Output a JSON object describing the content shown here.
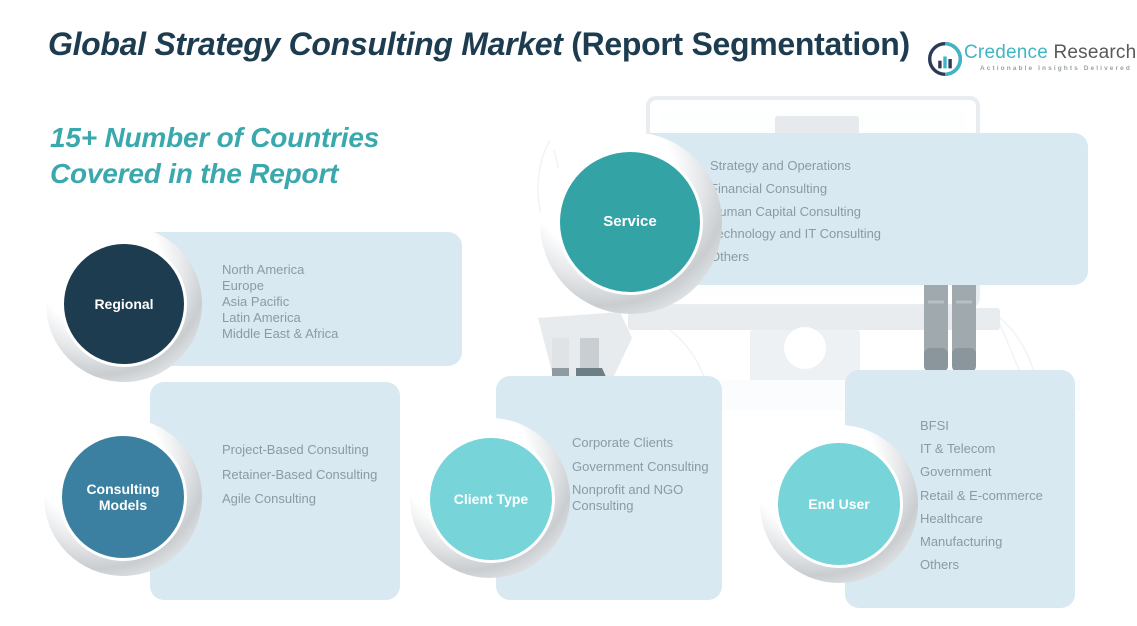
{
  "header": {
    "title_main": "Global Strategy Consulting Market ",
    "title_paren": "(Report Segmentation)",
    "subtitle_line1": "15+ Number of Countries",
    "subtitle_line2": "Covered in the Report"
  },
  "brand": {
    "mark_icon": "bar-chart-circle-icon",
    "name_accent": "Credence",
    "name_rest": " Research",
    "tagline": "Actionable Insights Delivered"
  },
  "colors": {
    "title": "#1d3c4f",
    "subtitle": "#3aa8ac",
    "panel_bg": "#d8e9f2",
    "list_text": "#8d9aa1",
    "regional": "#1d3c4f",
    "consulting_models": "#3b80a0",
    "client_type": "#77d4d8",
    "service": "#33a3a6",
    "end_user": "#77d4d8"
  },
  "segments": [
    {
      "id": "regional",
      "label": "Regional",
      "label_lines": [
        "Regional"
      ],
      "color": "#1d3c4f",
      "items": [
        "North America",
        "Europe",
        "Asia Pacific",
        "Latin America",
        "Middle East & Africa"
      ]
    },
    {
      "id": "service",
      "label": "Service",
      "label_lines": [
        "Service"
      ],
      "color": "#33a3a6",
      "items": [
        "Strategy and Operations",
        "Financial Consulting",
        "Human Capital Consulting",
        "Technology and IT Consulting",
        "Others"
      ]
    },
    {
      "id": "consulting-models",
      "label": "Consulting Models",
      "label_lines": [
        "Consulting",
        "Models"
      ],
      "color": "#3b80a0",
      "items": [
        "Project-Based Consulting",
        "Retainer-Based Consulting",
        "Agile Consulting"
      ]
    },
    {
      "id": "client-type",
      "label": "Client Type",
      "label_lines": [
        "Client Type"
      ],
      "color": "#77d4d8",
      "items": [
        "Corporate Clients",
        "Government Consulting",
        "Nonprofit and NGO Consulting"
      ]
    },
    {
      "id": "end-user",
      "label": "End User",
      "label_lines": [
        "End User"
      ],
      "color": "#77d4d8",
      "items": [
        "BFSI",
        "IT & Telecom",
        "Government",
        "Retail & E-commerce",
        "Healthcare",
        "Manufacturing",
        "Others"
      ]
    }
  ]
}
